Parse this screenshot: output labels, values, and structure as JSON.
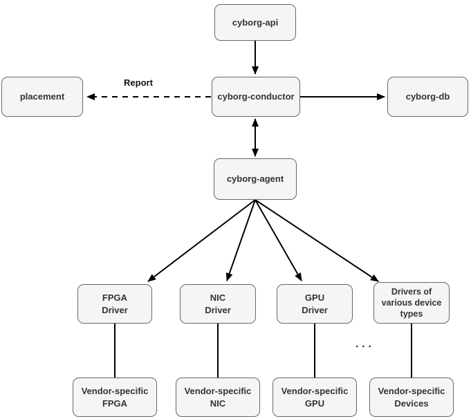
{
  "diagram": {
    "subject": "cyborg-architecture",
    "background": "#ffffff"
  },
  "colors": {
    "node_fill": "#f5f5f5",
    "node_border": "#666666",
    "node_text": "#333333",
    "edge": "#000000"
  },
  "nodes": [
    {
      "id": "cyborg-api",
      "label": "cyborg-api"
    },
    {
      "id": "placement",
      "label": "placement"
    },
    {
      "id": "cyborg-conductor",
      "label": "cyborg-conductor"
    },
    {
      "id": "cyborg-db",
      "label": "cyborg-db"
    },
    {
      "id": "cyborg-agent",
      "label": "cyborg-agent"
    },
    {
      "id": "fpga-driver",
      "label": "FPGA\nDriver"
    },
    {
      "id": "nic-driver",
      "label": "NIC\nDriver"
    },
    {
      "id": "gpu-driver",
      "label": "GPU\nDriver"
    },
    {
      "id": "various-drivers",
      "label": "Drivers of\nvarious device\ntypes"
    },
    {
      "id": "vendor-fpga",
      "label": "Vendor-specific\nFPGA"
    },
    {
      "id": "vendor-nic",
      "label": "Vendor-specific\nNIC"
    },
    {
      "id": "vendor-gpu",
      "label": "Vendor-specific\nGPU"
    },
    {
      "id": "vendor-devices",
      "label": "Vendor-specific\nDevices"
    }
  ],
  "labels": {
    "report": "Report",
    "ellipsis": "..."
  },
  "edges": [
    {
      "from": "cyborg-api",
      "to": "cyborg-conductor",
      "style": "solid",
      "arrows": "to"
    },
    {
      "from": "cyborg-conductor",
      "to": "placement",
      "style": "dashed",
      "arrows": "to",
      "label": "Report"
    },
    {
      "from": "cyborg-conductor",
      "to": "cyborg-db",
      "style": "solid",
      "arrows": "to"
    },
    {
      "from": "cyborg-conductor",
      "to": "cyborg-agent",
      "style": "solid",
      "arrows": "both"
    },
    {
      "from": "cyborg-agent",
      "to": "fpga-driver",
      "style": "solid",
      "arrows": "to"
    },
    {
      "from": "cyborg-agent",
      "to": "nic-driver",
      "style": "solid",
      "arrows": "to"
    },
    {
      "from": "cyborg-agent",
      "to": "gpu-driver",
      "style": "solid",
      "arrows": "to"
    },
    {
      "from": "cyborg-agent",
      "to": "various-drivers",
      "style": "solid",
      "arrows": "to"
    },
    {
      "from": "fpga-driver",
      "to": "vendor-fpga",
      "style": "solid",
      "arrows": "none"
    },
    {
      "from": "nic-driver",
      "to": "vendor-nic",
      "style": "solid",
      "arrows": "none"
    },
    {
      "from": "gpu-driver",
      "to": "vendor-gpu",
      "style": "solid",
      "arrows": "none"
    },
    {
      "from": "various-drivers",
      "to": "vendor-devices",
      "style": "solid",
      "arrows": "none"
    }
  ]
}
